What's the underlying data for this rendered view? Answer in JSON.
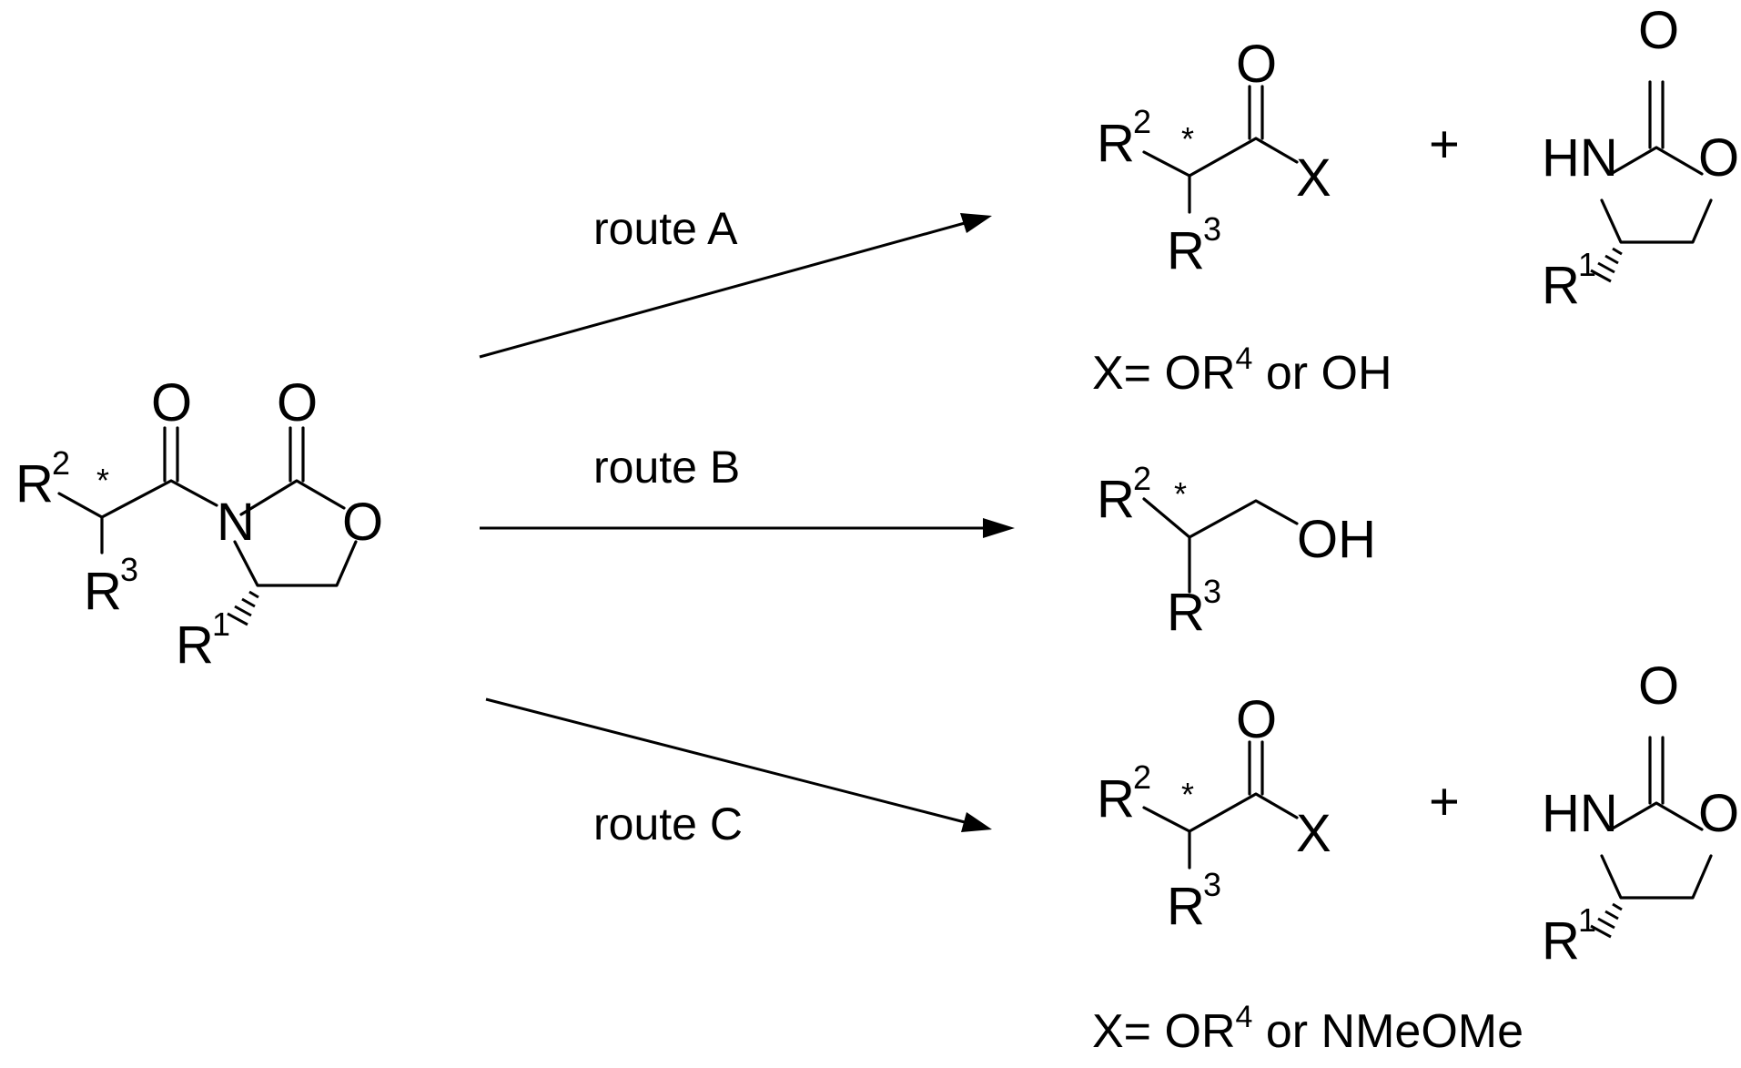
{
  "atoms": {
    "O": "O",
    "N": "N",
    "HN": "HN",
    "R": "R",
    "X": "X",
    "OH": "OH",
    "star": "*",
    "sup1": "1",
    "sup2": "2",
    "sup3": "3",
    "plus": "+"
  },
  "routes": {
    "a": "route A",
    "b": "route B",
    "c": "route C"
  },
  "notes": {
    "a_prefix": "X= OR",
    "a_sup": "4",
    "a_suffix": " or OH",
    "c_prefix": "X= OR",
    "c_sup": "4",
    "c_suffix": " or NMeOMe"
  }
}
